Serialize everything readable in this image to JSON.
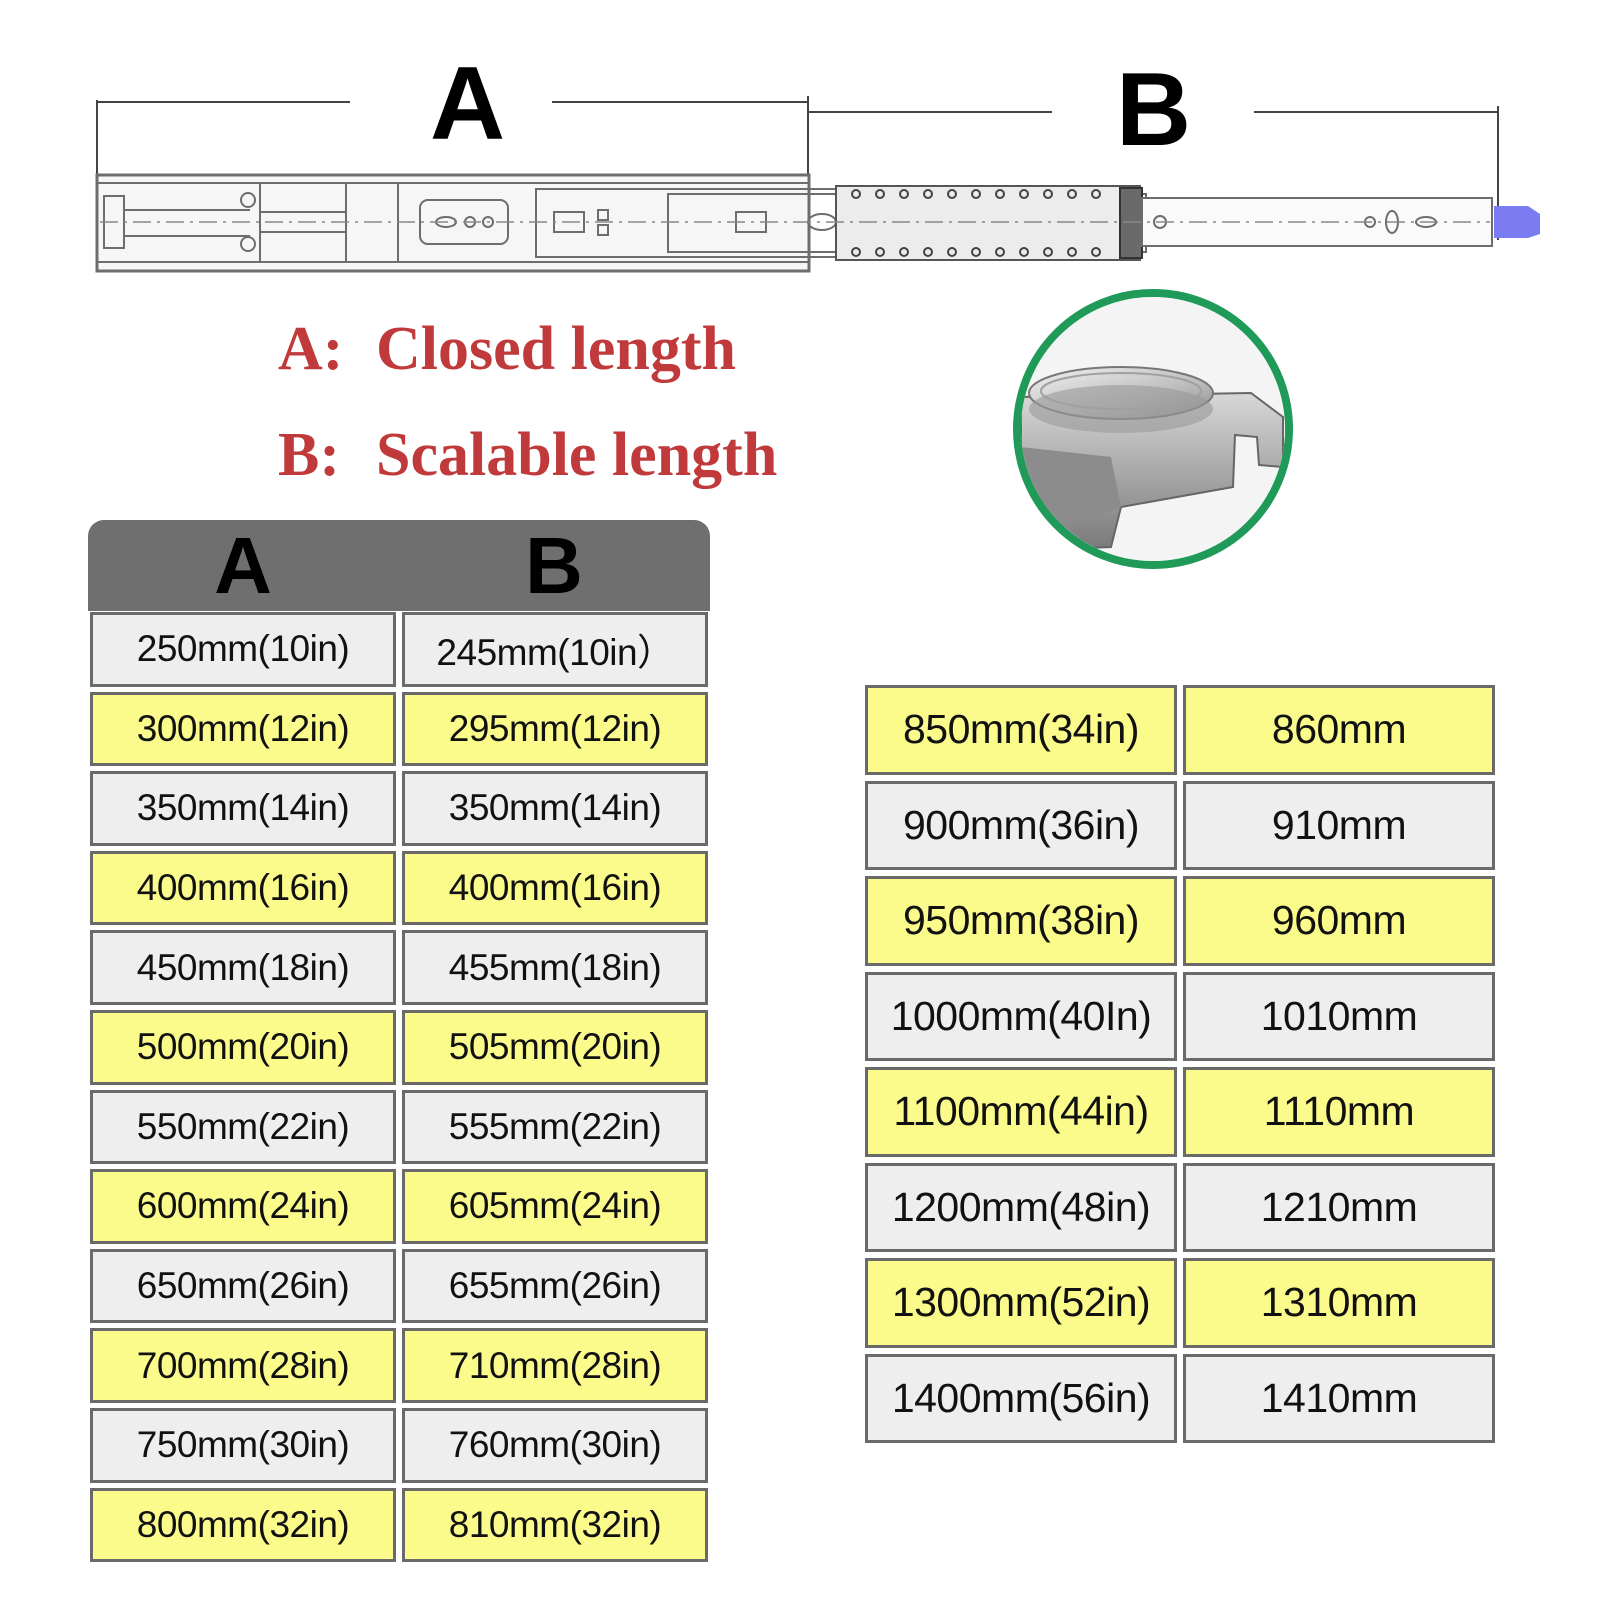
{
  "diagram": {
    "label_a": "A",
    "label_b": "B"
  },
  "legend": {
    "a_key": "A:",
    "a_text": "Closed length",
    "b_key": "B:",
    "b_text": "Scalable length"
  },
  "colors": {
    "legend_red": "#c0393b",
    "circle_green": "#1f9a58",
    "row_yellow": "#fbfb8c",
    "row_gray": "#eeeeee",
    "header_gray": "#6f6f6f",
    "end_cap_blue": "#7b7bf2"
  },
  "table_left": {
    "headers": [
      "A",
      "B"
    ],
    "rows": [
      [
        "250mm(10in)",
        "245mm(10in）"
      ],
      [
        "300mm(12in)",
        "295mm(12in)"
      ],
      [
        "350mm(14in)",
        "350mm(14in)"
      ],
      [
        "400mm(16in)",
        "400mm(16in)"
      ],
      [
        "450mm(18in)",
        "455mm(18in)"
      ],
      [
        "500mm(20in)",
        "505mm(20in)"
      ],
      [
        "550mm(22in)",
        "555mm(22in)"
      ],
      [
        "600mm(24in)",
        "605mm(24in)"
      ],
      [
        "650mm(26in)",
        "655mm(26in)"
      ],
      [
        "700mm(28in)",
        "710mm(28in)"
      ],
      [
        "750mm(30in)",
        "760mm(30in)"
      ],
      [
        "800mm(32in)",
        "810mm(32in)"
      ]
    ]
  },
  "table_right": {
    "rows": [
      [
        "850mm(34in)",
        "860mm"
      ],
      [
        "900mm(36in)",
        "910mm"
      ],
      [
        "950mm(38in)",
        "960mm"
      ],
      [
        "1000mm(40In)",
        "1010mm"
      ],
      [
        "1100mm(44in)",
        "1110mm"
      ],
      [
        "1200mm(48in)",
        "1210mm"
      ],
      [
        "1300mm(52in)",
        "1310mm"
      ],
      [
        "1400mm(56in)",
        "1410mm"
      ]
    ]
  }
}
